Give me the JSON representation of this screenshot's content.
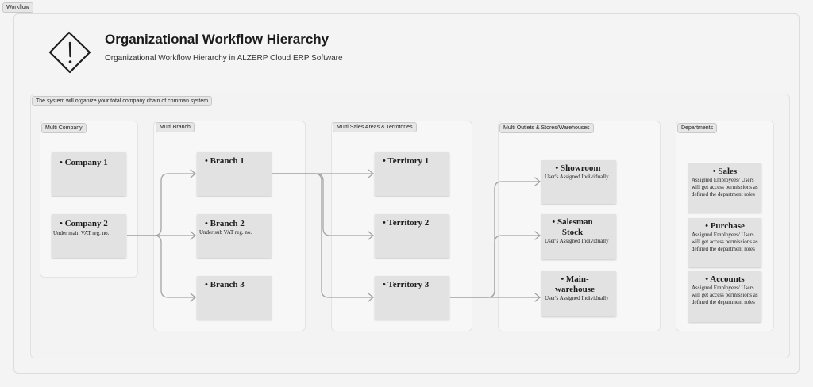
{
  "workflow_tag": "Workflow",
  "title": "Organizational Workflow Hierarchy",
  "subtitle": "Organizational Workflow Hierarchy in ALZERP Cloud ERP Software",
  "section_tag": "The system will organize your total company chain of comman system",
  "columns": {
    "company": {
      "label": "Multi Company",
      "notes": [
        {
          "title": "• Company 1",
          "sub": ""
        },
        {
          "title": "• Company 2",
          "sub": "Under main VAT reg. no."
        }
      ]
    },
    "branch": {
      "label": "Multi Branch",
      "notes": [
        {
          "title": "• Branch 1",
          "sub": ""
        },
        {
          "title": "• Branch 2",
          "sub": "Under sub VAT reg. no."
        },
        {
          "title": "• Branch 3",
          "sub": ""
        }
      ]
    },
    "territory": {
      "label": "Multi Sales Areas & Terrotories",
      "notes": [
        {
          "title": "• Territory 1",
          "sub": ""
        },
        {
          "title": "• Territory 2",
          "sub": ""
        },
        {
          "title": "• Territory 3",
          "sub": ""
        }
      ]
    },
    "outlets": {
      "label": "Multi Outlets & Stores/Warehouses",
      "notes": [
        {
          "title": "• Showroom",
          "sub": "User's Assigned Individually"
        },
        {
          "title": "• Salesman Stock",
          "sub": "User's Assigned Individually"
        },
        {
          "title": "• Main-warehouse",
          "sub": "User's Assigned Individually"
        }
      ]
    },
    "departments": {
      "label": "Departments",
      "notes": [
        {
          "title": "• Sales",
          "sub": "Assigned Employees/ Users will get access permissions as defined the department roles"
        },
        {
          "title": "• Purchase",
          "sub": "Assigned Employees/ Users will get access permissions as defined the department roles"
        },
        {
          "title": "• Accounts",
          "sub": "Assigned Employees/ Users will get access permissions as defined the department roles"
        }
      ]
    }
  }
}
